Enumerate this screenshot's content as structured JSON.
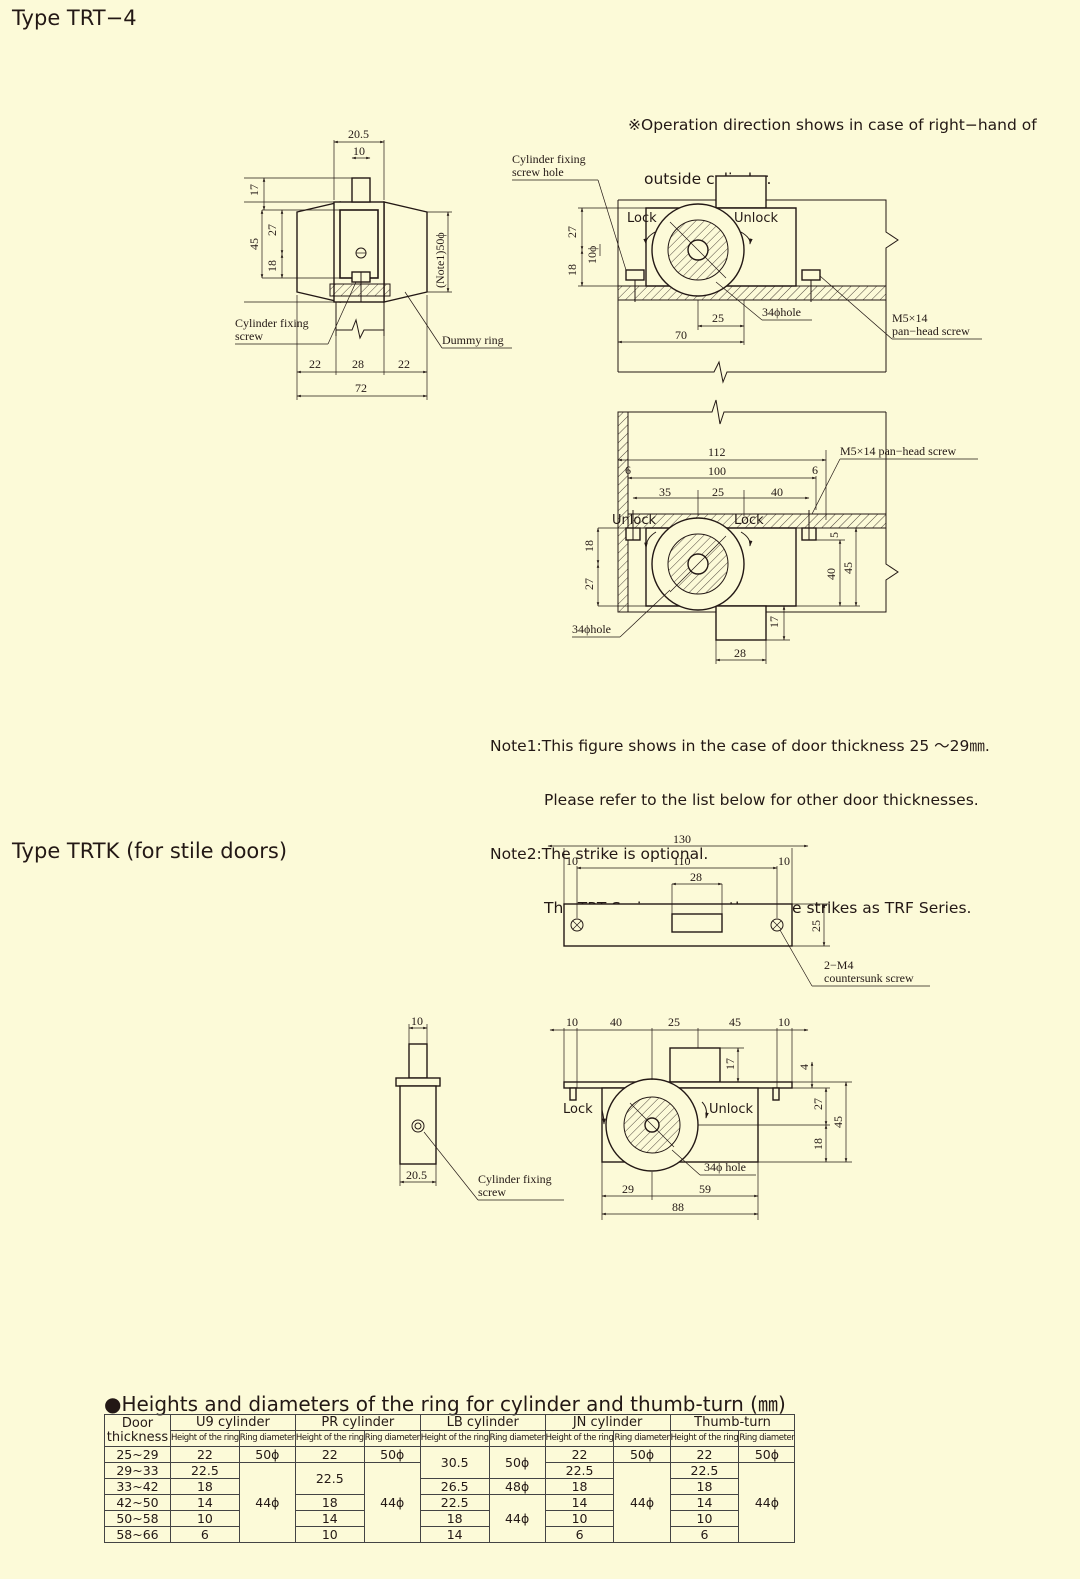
{
  "headings": {
    "trt4": "Type TRT−4",
    "trtk": "Type TRTK (for stile doors)"
  },
  "operation_note": [
    "※Operation direction shows in case of right−hand of",
    "outside cylinder."
  ],
  "notes": [
    "Note1:This figure shows in the case of door thickness 25 ～29㎜.",
    "Please refer to the list below for other door thicknesses.",
    "Note2:The strike is optional.",
    "The TRT Series can use the same strikes as TRF Series."
  ],
  "drawing_labels": {
    "trt4_left": {
      "dims": [
        "20.5",
        "10",
        "17",
        "27",
        "45",
        "18",
        "(Note1)50ϕ",
        "22",
        "28",
        "22",
        "72"
      ],
      "callouts": [
        "Cylinder fixing",
        "screw",
        "Dummy ring"
      ]
    },
    "trt4_top_right": {
      "dims": [
        "27",
        "10ϕ",
        "18",
        "25",
        "70"
      ],
      "callouts": [
        "Cylinder fixing",
        "screw hole",
        "34ϕhole",
        "M5×14",
        "pan−head screw"
      ],
      "ops": [
        "Lock",
        "Unlock"
      ]
    },
    "trt4_bottom_right": {
      "dims": [
        "112",
        "100",
        "6",
        "6",
        "35",
        "25",
        "40",
        "5",
        "18",
        "27",
        "40",
        "45",
        "17",
        "28"
      ],
      "callouts": [
        "M5×14 pan−head screw",
        "34ϕhole"
      ],
      "ops": [
        "Unlock",
        "Lock"
      ]
    },
    "trtk_strike": {
      "dims": [
        "130",
        "10",
        "110",
        "10",
        "28",
        "25"
      ],
      "callouts": [
        "2−M4",
        "countersunk screw"
      ]
    },
    "trtk_side": {
      "dims": [
        "10",
        "20.5"
      ],
      "callouts": [
        "Cylinder fixing",
        "screw"
      ]
    },
    "trtk_front": {
      "dims": [
        "10",
        "40",
        "25",
        "45",
        "10",
        "17",
        "4",
        "27",
        "45",
        "18",
        "29",
        "59",
        "88"
      ],
      "callouts": [
        "34ϕ hole"
      ],
      "ops": [
        "Lock",
        "Unlock"
      ]
    }
  },
  "table": {
    "title": "●Heights and diameters of the ring for cylinder and thumb-turn (㎜)",
    "door_thickness_header": [
      "Door",
      "thickness"
    ],
    "groups": [
      "U9 cylinder",
      "PR cylinder",
      "LB cylinder",
      "JN cylinder",
      "Thumb-turn"
    ],
    "sub_height": "Height of the ring",
    "sub_diameter": "Ring diameter",
    "door_thickness": [
      "25~29",
      "29~33",
      "33~42",
      "42~50",
      "50~58",
      "58~66"
    ],
    "u9_height": [
      "22",
      "22.5",
      "18",
      "14",
      "10",
      "6"
    ],
    "u9_diam": [
      "50ϕ",
      "44ϕ"
    ],
    "pr_height": [
      "22",
      "22.5",
      "18",
      "14",
      "10"
    ],
    "pr_diam": [
      "50ϕ",
      "44ϕ"
    ],
    "lb_height": [
      "30.5",
      "26.5",
      "22.5",
      "18",
      "14"
    ],
    "lb_diam": [
      "50ϕ",
      "48ϕ",
      "44ϕ"
    ],
    "jn_height": [
      "22",
      "22.5",
      "18",
      "14",
      "10",
      "6"
    ],
    "jn_diam": [
      "50ϕ",
      "44ϕ"
    ],
    "tt_height": [
      "22",
      "22.5",
      "18",
      "14",
      "10",
      "6"
    ],
    "tt_diam": [
      "50ϕ",
      "44ϕ"
    ]
  }
}
